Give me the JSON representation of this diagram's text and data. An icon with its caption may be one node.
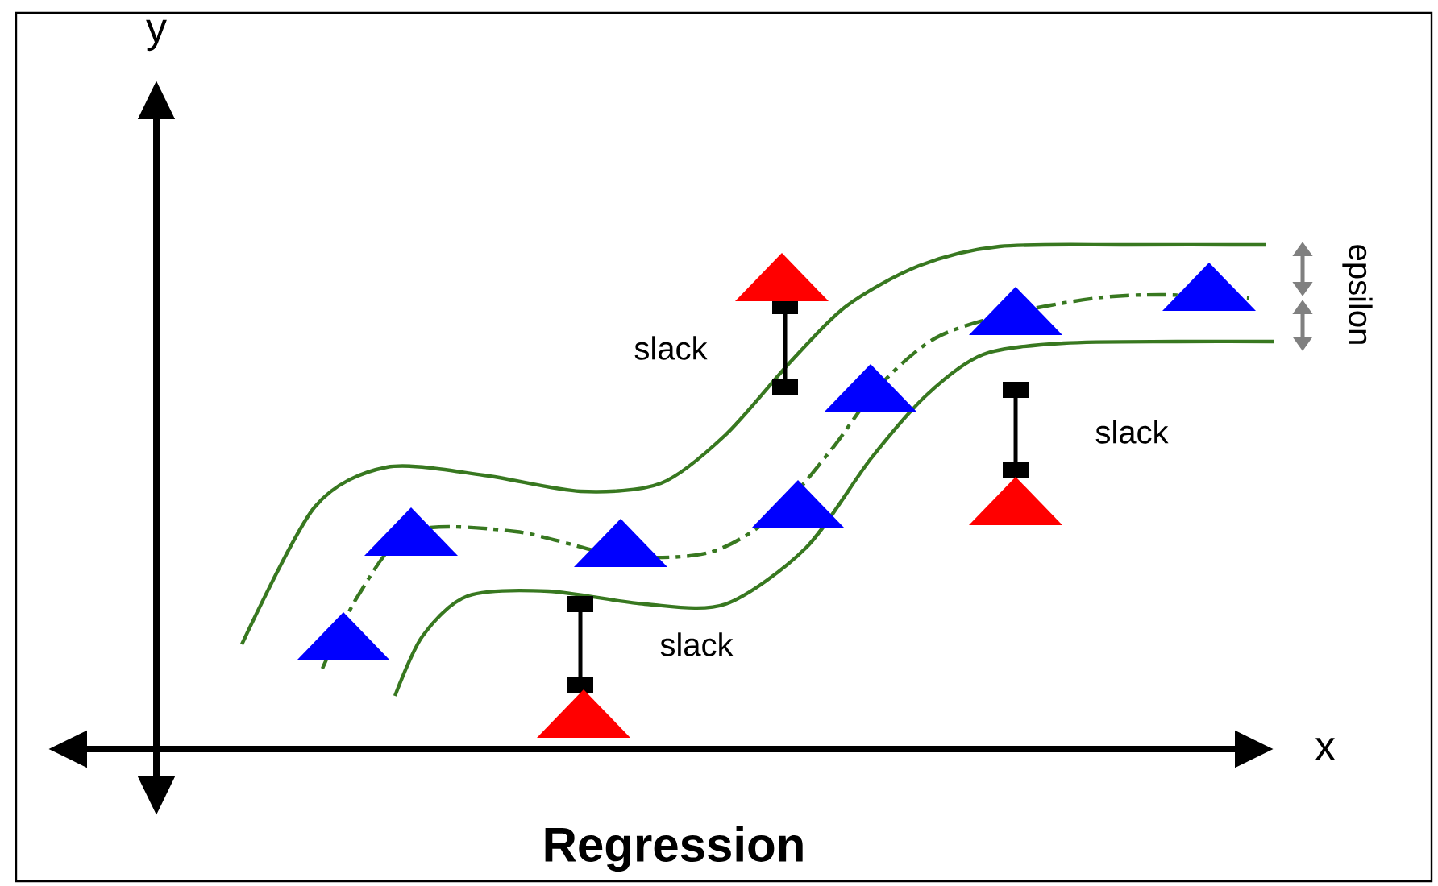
{
  "diagram": {
    "caption": "Regression",
    "labels": [
      "y",
      "epsilon",
      "slack",
      "slack",
      "slack",
      "x"
    ]
  }
}
